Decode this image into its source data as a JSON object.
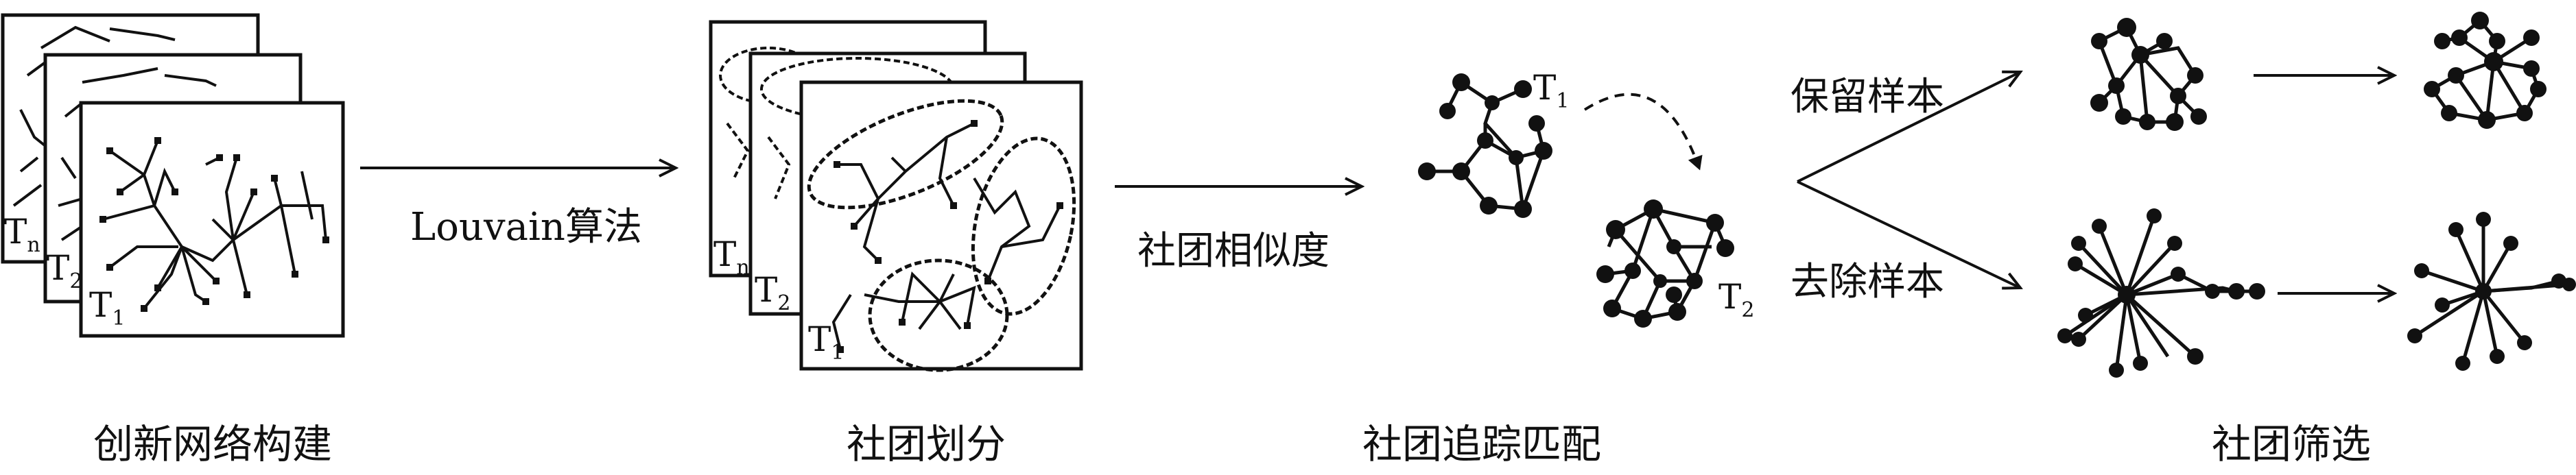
{
  "stages": [
    {
      "id": "build",
      "caption": "创新网络构建"
    },
    {
      "id": "partition",
      "caption": "社团划分"
    },
    {
      "id": "tracking",
      "caption": "社团追踪匹配"
    },
    {
      "id": "filter",
      "caption": "社团筛选"
    }
  ],
  "arrows": {
    "louvain": "Louvain算法",
    "similarity": "社团相似度",
    "keep": "保留样本",
    "remove": "去除样本"
  },
  "frame_labels": {
    "t1": {
      "base": "T",
      "sub": "1"
    },
    "t2": {
      "base": "T",
      "sub": "2"
    },
    "tn": {
      "base": "T",
      "sub": "n"
    }
  },
  "tracking_labels": {
    "t1": {
      "base": "T",
      "sub": "1"
    },
    "t2": {
      "base": "T",
      "sub": "2"
    }
  }
}
